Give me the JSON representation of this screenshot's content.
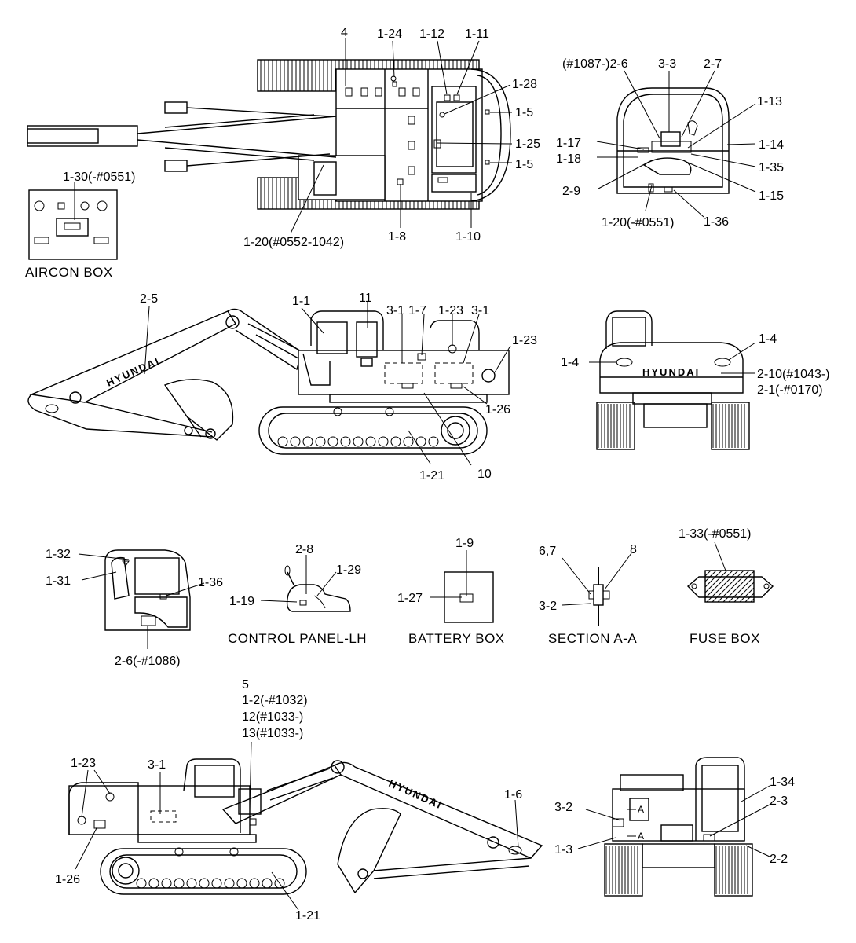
{
  "captions": {
    "aircon_box": "AIRCON BOX",
    "control_panel": "CONTROL PANEL-LH",
    "battery_box": "BATTERY BOX",
    "section": "SECTION A-A",
    "fuse_box": "FUSE BOX"
  },
  "brand_text": "HYUNDAI",
  "section_marker": "A",
  "callouts": {
    "top_view": [
      "4",
      "1-24",
      "1-12",
      "1-11",
      "1-28",
      "1-5",
      "1-25",
      "1-5",
      "1-20(#0552-1042)",
      "1-8",
      "1-10"
    ],
    "aircon": [
      "1-30(-#0551)"
    ],
    "cab_front": [
      "(#1087-)2-6",
      "3-3",
      "2-7",
      "1-13",
      "1-17",
      "1-14",
      "1-18",
      "1-35",
      "2-9",
      "1-15",
      "1-20(-#0551)",
      "1-36"
    ],
    "side_left": [
      "2-5",
      "1-1",
      "11",
      "3-1",
      "1-7",
      "1-23",
      "3-1",
      "1-23",
      "1-26",
      "10",
      "1-21"
    ],
    "rear_view": [
      "1-4",
      "1-4",
      "2-10(#1043-)",
      "2-1(-#0170)"
    ],
    "cab_side": [
      "1-32",
      "1-31",
      "1-36",
      "2-6(-#1086)"
    ],
    "control_panel": [
      "2-8",
      "1-29",
      "1-19"
    ],
    "battery": [
      "1-9",
      "1-27"
    ],
    "section": [
      "6,7",
      "8",
      "3-2"
    ],
    "fuse": [
      "1-33(-#0551)"
    ],
    "side_right": [
      "5",
      "1-2(-#1032)",
      "12(#1033-)",
      "13(#1033-)",
      "1-23",
      "3-1",
      "1-6",
      "1-26",
      "1-21"
    ],
    "front_view": [
      "1-34",
      "3-2",
      "2-3",
      "1-3",
      "2-2"
    ]
  }
}
